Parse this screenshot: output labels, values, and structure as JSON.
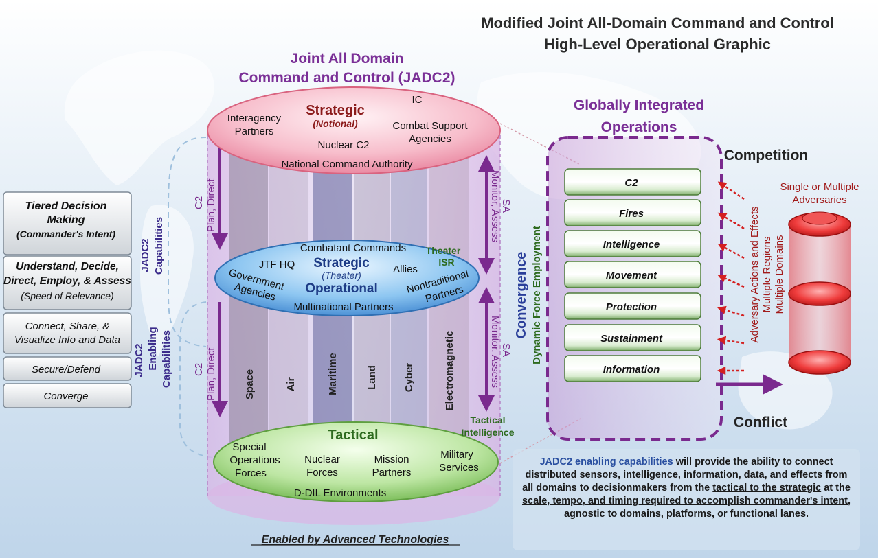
{
  "title": {
    "line1": "Modified Joint All-Domain Command and Control",
    "line2": "High-Level Operational Graphic"
  },
  "jadc2": {
    "line1": "Joint All Domain",
    "line2": "Command and Control (JADC2)"
  },
  "strategic": {
    "title": "Strategic",
    "subtitle": "(Notional)",
    "interagency1": "Interagency",
    "interagency2": "Partners",
    "ic": "IC",
    "combat1": "Combat Support",
    "combat2": "Agencies",
    "nuclear": "Nuclear C2",
    "nca": "National Command Authority"
  },
  "operational": {
    "title1": "Strategic",
    "subtitle": "(Theater)",
    "title2": "Operational",
    "combatant": "Combatant Commands",
    "theater1": "Theater",
    "theater2": "ISR",
    "jtf": "JTF HQ",
    "allies": "Allies",
    "gov1": "Government",
    "gov2": "Agencies",
    "nontrad1": "Nontraditional",
    "nontrad2": "Partners",
    "multinational": "Multinational Partners"
  },
  "tactical": {
    "title": "Tactical",
    "sof1": "Special",
    "sof2": "Operations",
    "sof3": "Forces",
    "nuclear1": "Nuclear",
    "nuclear2": "Forces",
    "mission1": "Mission",
    "mission2": "Partners",
    "military1": "Military",
    "military2": "Services",
    "ddil": "D-DIL Environments",
    "intel1": "Tactical",
    "intel2": "Intelligence"
  },
  "domains": [
    "Space",
    "Air",
    "Maritime",
    "Land",
    "Cyber",
    "Electromagnetic"
  ],
  "arrows": {
    "c2": "C2",
    "plan_direct": "Plan, Direct",
    "sa": "SA",
    "monitor_assess": "Monitor, Assess"
  },
  "left_panel": {
    "box1_line1": "Tiered Decision",
    "box1_line2": "Making",
    "box1_line3": "(Commander's Intent)",
    "box2_line1": "Understand, Decide,",
    "box2_line2": "Direct, Employ, & Assess",
    "box2_line3": "(Speed of Relevance)",
    "box3_line1": "Connect, Share, &",
    "box3_line2": "Visualize Info and Data",
    "box4": "Secure/Defend",
    "box5": "Converge",
    "capabilities_1": "JADC2",
    "capabilities_2": "Capabilities",
    "enabling_1": "JADC2",
    "enabling_2": "Enabling",
    "enabling_3": "Capabilities"
  },
  "gio": {
    "title1": "Globally Integrated",
    "title2": "Operations",
    "convergence": "Convergence",
    "dfe": "Dynamic Force Employment",
    "functions": [
      "C2",
      "Fires",
      "Intelligence",
      "Movement",
      "Protection",
      "Sustainment",
      "Information"
    ]
  },
  "right": {
    "competition": "Competition",
    "conflict": "Conflict",
    "adversaries1": "Single or Multiple",
    "adversaries2": "Adversaries",
    "adv_actions1": "Adversary Actions and Effects",
    "adv_actions2": "Multiple Regions",
    "adv_actions3": "Multiple Domains"
  },
  "caption": {
    "part1": "JADC2 enabling capabilities",
    "part2": " will provide the ability to connect distributed sensors, intelligence, information, data, and effects from all domains to decisionmakers from the ",
    "part3": "tactical to the strategic",
    "part4": " at the ",
    "part5": "scale, tempo, and timing required to accomplish commander's intent",
    "part6": ", ",
    "part7": "agnostic to domains, platforms, or functional lanes",
    "part8": "."
  },
  "footer": "Enabled by Advanced Technologies",
  "colors": {
    "purple": "#7a2a8e",
    "title_purple": "#7a2f96",
    "dark_red": "#8b1a1a",
    "green_text": "#2e6b1f",
    "arrow_red": "#d42020"
  }
}
